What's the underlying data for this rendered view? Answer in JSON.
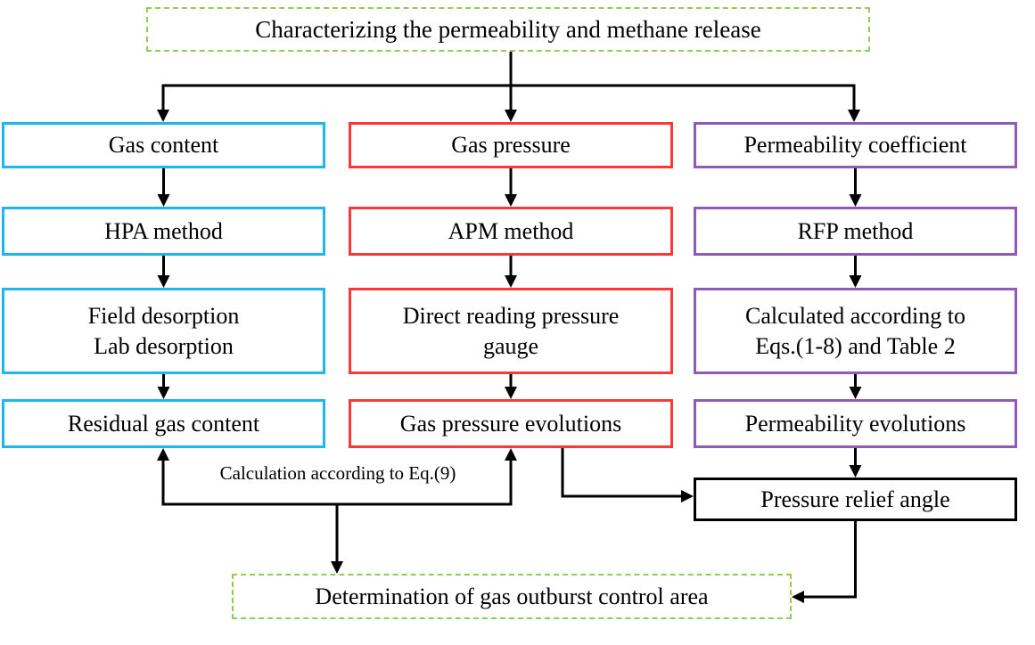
{
  "diagram": {
    "title": "Characterizing the permeability and methane release",
    "columns": [
      {
        "id": "gas-content",
        "accent": "#1fb5ef",
        "steps": [
          "Gas content",
          "HPA method",
          "Field desorption\nLab desorption",
          "Residual gas content"
        ]
      },
      {
        "id": "gas-pressure",
        "accent": "#fb3838",
        "steps": [
          "Gas pressure",
          "APM method",
          "Direct reading pressure\ngauge",
          "Gas pressure evolutions"
        ]
      },
      {
        "id": "permeability",
        "accent": "#8e5cb8",
        "steps": [
          "Permeability coefficient",
          "RFP method",
          "Calculated according to\nEqs.(1-8) and Table 2",
          "Permeability evolutions"
        ]
      }
    ],
    "annotation": "Calculation according to Eq.(9)",
    "pressure_relief": "Pressure relief angle",
    "outcome": "Determination of gas outburst control area",
    "colors": {
      "title_border": "#8ccf52",
      "outcome_border": "#8ccf52",
      "relief_border": "#000000",
      "line": "#000000"
    }
  }
}
